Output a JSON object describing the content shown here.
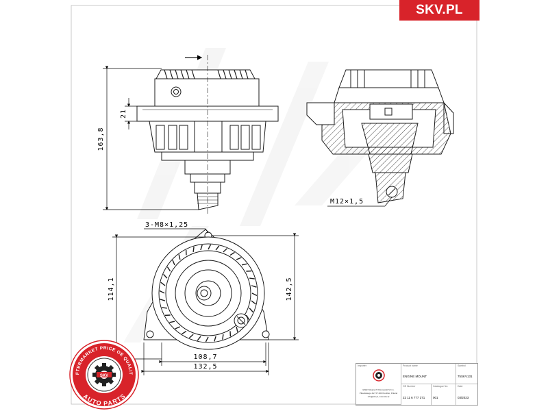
{
  "brand": "SKV.PL",
  "dimensions": {
    "height_total": "163,8",
    "flange_thickness": "21",
    "stud_thread": "M12×1,5",
    "holes": "3-M8×1,25",
    "inner_height": "114,1",
    "outer_height": "142,5",
    "inner_width": "108,7",
    "outer_width": "132,5"
  },
  "seal": {
    "top_text": "AFTERMARKET PRICE OE QUALITY",
    "center_text": "SKV",
    "bottom_text": "AUTO PARTS"
  },
  "title_block": {
    "importer_label": "Importer",
    "product_label": "Product name",
    "symbol_label": "Symbol",
    "oe_label": "OE Number",
    "catalog_label": "Catalogue No",
    "date_label": "Date",
    "company_name": "ESEN Wojciech Wisniewski S.K.A.",
    "company_address": "Pilsudskiego 4/2, 57-300 Klodzko, Poland",
    "company_web": "info@skv.pl, www.skv.pl",
    "product_name": "ENGINE MOUNT",
    "symbol": "75SKV131",
    "oe_number": "22 11 6 777 371",
    "catalog_no": "001",
    "date": "03/2023"
  },
  "colors": {
    "brand_red": "#d8232a",
    "line": "#1a1a1a",
    "watermark": "#e9e9e9"
  }
}
